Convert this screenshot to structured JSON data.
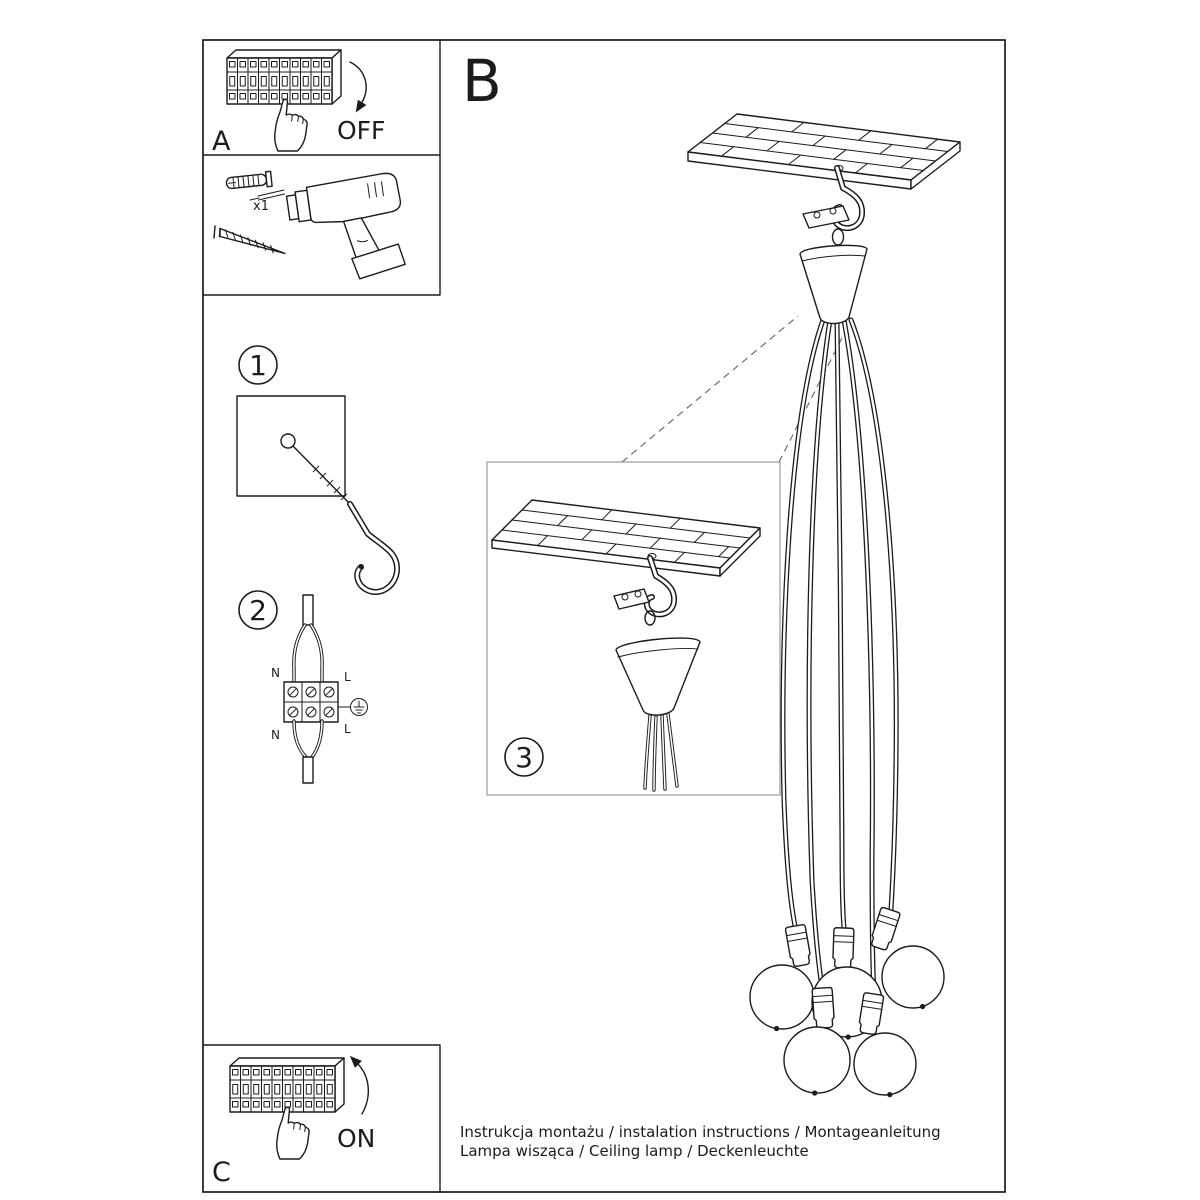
{
  "sections": {
    "a": {
      "label": "A",
      "action_label": "OFF"
    },
    "b": {
      "label": "B"
    },
    "c": {
      "label": "C",
      "action_label": "ON"
    }
  },
  "steps": {
    "one": "1",
    "two": "2",
    "three": "3"
  },
  "parts": {
    "anchor_quantity": "x1"
  },
  "wiring": {
    "neutral_top": "N",
    "line_top": "L",
    "neutral_bottom": "N",
    "line_bottom": "L"
  },
  "footer": {
    "line1": "Instrukcja montażu / instalation instructions / Montageanleitung",
    "line2": "Lampa wisząca / Ceiling lamp / Deckenleuchte"
  },
  "colors": {
    "ink": "#1c1c1c",
    "paper": "#ffffff",
    "detail_box_border": "#9a9a9a"
  },
  "icons": {
    "section_a": [
      "circuit-breaker-row-icon",
      "pressing-hand-icon",
      "curved-arrow-down-icon"
    ],
    "tools": [
      "wall-anchor-icon",
      "drill-bit-icon",
      "screw-icon",
      "drill-icon"
    ],
    "step_one": [
      "mounting-hole-icon",
      "ceiling-hook-icon"
    ],
    "step_two": [
      "power-cable-icon",
      "terminal-block-icon",
      "earth-ground-icon"
    ],
    "step_three": [
      "ceiling-panel-icon",
      "hook-icon",
      "canopy-icon"
    ],
    "section_b": [
      "ceiling-panel-icon",
      "hook-icon",
      "canopy-icon",
      "cable-icon",
      "socket-icon",
      "bulb-icon"
    ],
    "section_c": [
      "circuit-breaker-row-icon",
      "pressing-hand-icon",
      "curved-arrow-up-icon"
    ]
  }
}
